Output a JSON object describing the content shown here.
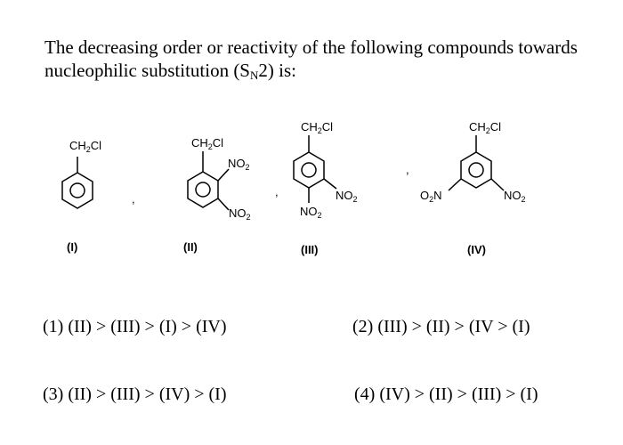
{
  "question": {
    "text_before_sub": "The decreasing order or reactivity of the following compounds towards nucleophilic substitution (S",
    "subscript": "N",
    "text_after_sub": "2) is:"
  },
  "compounds": [
    {
      "label": "(I)",
      "groups": [
        {
          "main": "CH",
          "sub": "2",
          "tail": "Cl"
        }
      ]
    },
    {
      "label": "(II)",
      "groups": [
        {
          "main": "CH",
          "sub": "2",
          "tail": "Cl"
        },
        {
          "main": "NO",
          "sub": "2",
          "tail": ""
        },
        {
          "main": "NO",
          "sub": "2",
          "tail": ""
        }
      ]
    },
    {
      "label": "(III)",
      "groups": [
        {
          "main": "CH",
          "sub": "2",
          "tail": "Cl"
        },
        {
          "main": "NO",
          "sub": "2",
          "tail": ""
        },
        {
          "main": "NO",
          "sub": "2",
          "tail": ""
        }
      ]
    },
    {
      "label": "(IV)",
      "groups": [
        {
          "main": "CH",
          "sub": "2",
          "tail": "Cl"
        },
        {
          "main": "O",
          "sub": "2",
          "tail": "N"
        },
        {
          "main": "NO",
          "sub": "2",
          "tail": ""
        }
      ]
    }
  ],
  "separators": [
    ",",
    ",",
    ","
  ],
  "options": [
    "(1)  (II) > (III) > (I) > (IV)",
    "(2)  (III) > (II) > (IV > (I)",
    "(3)  (II) > (III) > (IV) > (I)",
    "(4) (IV) > (II) > (III) > (I)"
  ]
}
